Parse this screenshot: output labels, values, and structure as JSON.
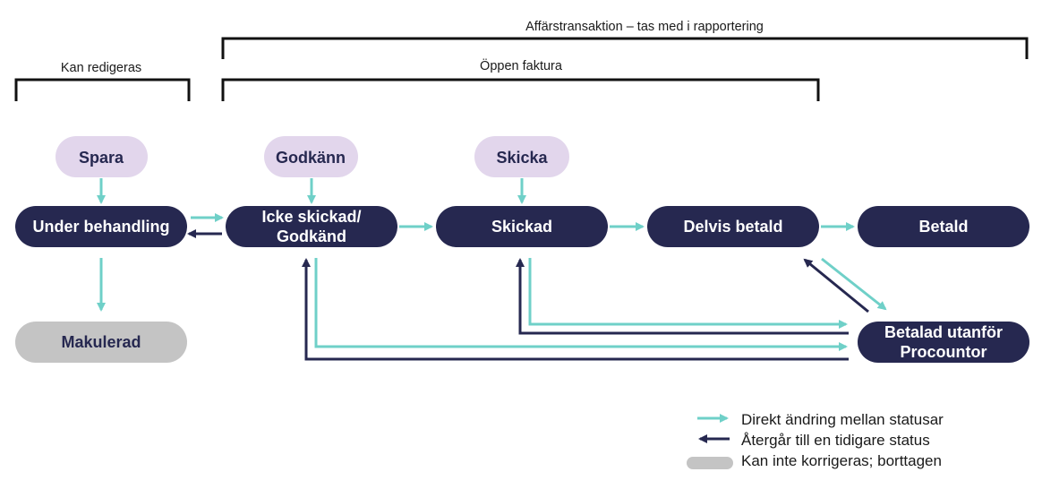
{
  "brackets": {
    "top_label": "Affärstransaktion – tas med i rapportering",
    "open_invoice_label": "Öppen faktura",
    "editable_label": "Kan redigeras"
  },
  "actions": {
    "save": "Spara",
    "approve": "Godkänn",
    "send": "Skicka"
  },
  "statuses": {
    "under_review": "Under behandling",
    "not_sent_line1": "Icke skickad/",
    "not_sent_line2": "Godkänd",
    "sent": "Skickad",
    "partially_paid": "Delvis betald",
    "paid": "Betald",
    "voided": "Makulerad",
    "paid_outside_line1": "Betalad utanför",
    "paid_outside_line2": "Procountor"
  },
  "legend": {
    "direct_change": "Direkt ändring mellan statusar",
    "reverts": "Återgår till en tidigare status",
    "cannot_correct": "Kan inte korrigeras; borttagen"
  },
  "colors": {
    "dark_navy": "#262850",
    "lavender": "#e2d6ec",
    "teal": "#6fd0c8",
    "grey": "#c4c4c4",
    "bracket": "#111111"
  }
}
